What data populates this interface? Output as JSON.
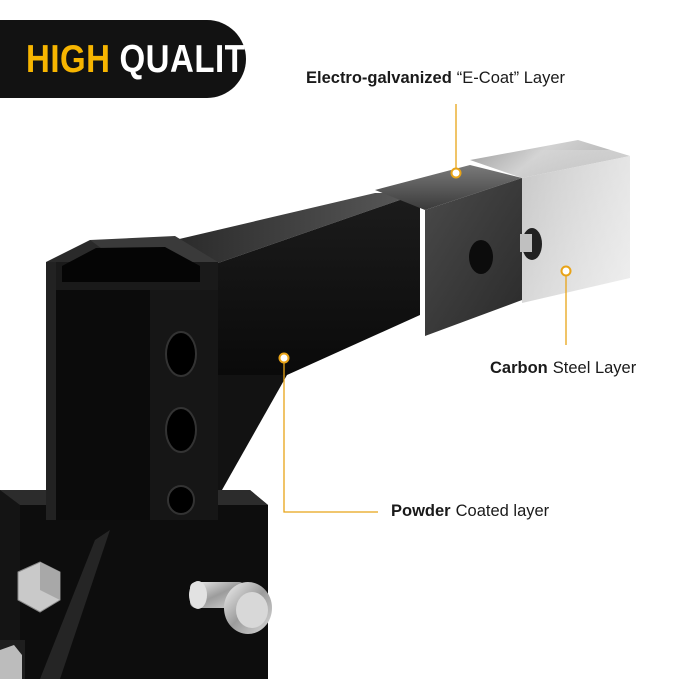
{
  "badge": {
    "word1": "HIGH",
    "word2": "QUALITY",
    "accent_color": "#f7b500",
    "text_color": "#ffffff",
    "background_color": "#121212"
  },
  "callouts": {
    "ecoat": {
      "bold": "Electro-galvanized",
      "regular": "“E-Coat” Layer"
    },
    "carbon": {
      "bold": "Carbon",
      "regular": "Steel Layer"
    },
    "powder": {
      "bold": "Powder",
      "regular": "Coated layer"
    }
  },
  "leader_color": "#e8a317",
  "product": {
    "name": "adjustable-trailer-hitch-ball-mount",
    "finish_color": "#111111"
  }
}
